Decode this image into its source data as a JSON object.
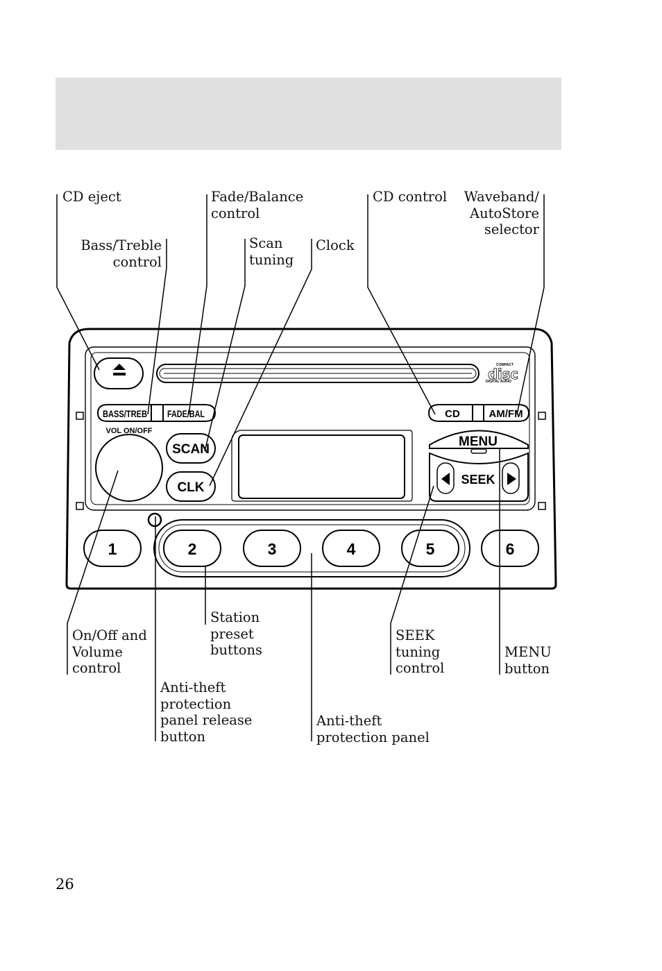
{
  "labels": {
    "cd_eject": "CD eject",
    "bass_treble": "Bass/Treble\ncontrol",
    "fade_balance": "Fade/Balance\ncontrol",
    "scan": "Scan\ntuning",
    "clock": "Clock",
    "cd_control": "CD control",
    "waveband": "Waveband/\nAutoStore\nselector",
    "onoff_volume": "On/Off and\nVolume\ncontrol",
    "station_preset": "Station\npreset\nbuttons",
    "antitheft_release": "Anti-theft\nprotection\npanel release\nbutton",
    "antitheft_panel": "Anti-theft\nprotection panel",
    "seek": "SEEK\ntuning\ncontrol",
    "menu": "MENU\nbutton"
  },
  "radio": {
    "bass_treb": "BASS/TREB",
    "fade_bal": "FADE/BAL",
    "vol_onoff": "VOL  ON/OFF",
    "scan": "SCAN",
    "clk": "CLK",
    "cd": "CD",
    "amfm": "AM/FM",
    "menu": "MENU",
    "seek": "SEEK",
    "presets": [
      "1",
      "2",
      "3",
      "4",
      "5",
      "6"
    ],
    "logo_top": "COMPACT",
    "logo_main": "disc",
    "logo_bottom": "DIGITAL AUDIO"
  },
  "page_number": "26"
}
